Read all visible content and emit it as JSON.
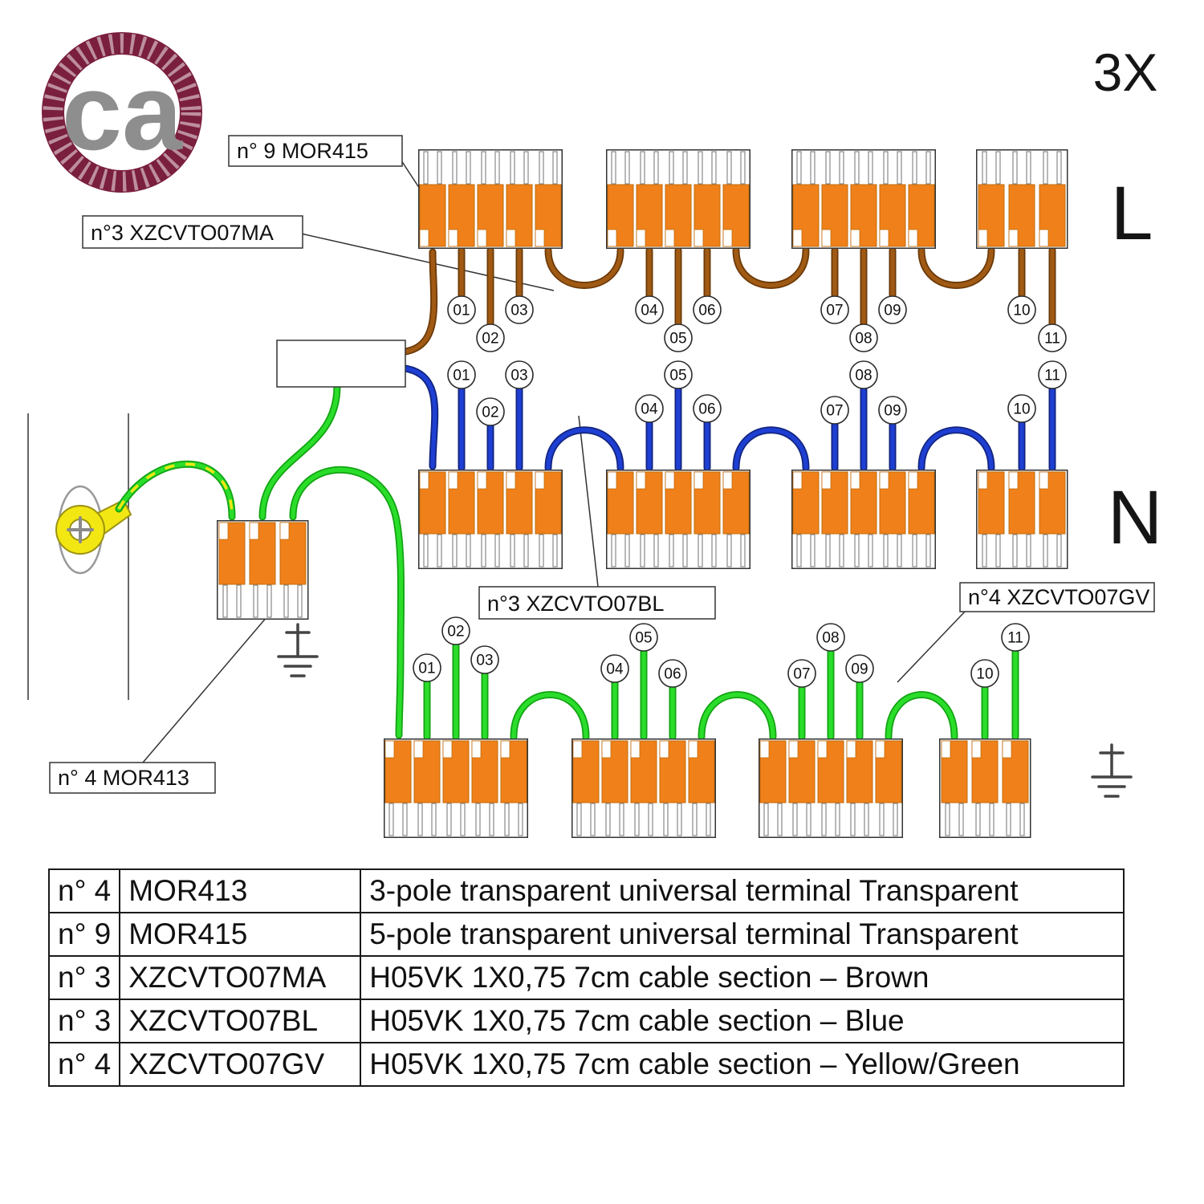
{
  "brand": {
    "logo_text": "ca"
  },
  "annotations": {
    "multiplier": "3X",
    "live": "L",
    "neutral": "N",
    "callout_mor415": "n° 9 MOR415",
    "callout_ma": "n°3 XZCVTO07MA",
    "callout_bl": "n°3 XZCVTO07BL",
    "callout_gv": "n°4 XZCVTO07GV",
    "callout_mor413": "n° 4  MOR413"
  },
  "drop_labels": [
    "01",
    "02",
    "03",
    "04",
    "05",
    "06",
    "07",
    "08",
    "09",
    "10",
    "11"
  ],
  "colors": {
    "wire_brown": "#A05A14",
    "wire_brown_dark": "#6B3908",
    "wire_blue": "#1E3FD2",
    "wire_blue_dark": "#12247E",
    "wire_green": "#2BDD2B",
    "wire_green_dark": "#12A312",
    "stripe_yellow": "#F2E713",
    "terminal_orange": "#F08019",
    "lug_yellow": "#F3E713",
    "logo_maroon": "#7A1F3D",
    "logo_gray": "#8E8E8E"
  },
  "table": {
    "rows": [
      {
        "qty": "n° 4",
        "sku": "MOR413",
        "desc": "3-pole transparent universal terminal Transparent"
      },
      {
        "qty": "n° 9",
        "sku": "MOR415",
        "desc": "5-pole transparent universal terminal Transparent"
      },
      {
        "qty": "n° 3",
        "sku": "XZCVTO07MA",
        "desc": "H05VK 1X0,75 7cm cable section – Brown"
      },
      {
        "qty": "n° 3",
        "sku": "XZCVTO07BL",
        "desc": "H05VK 1X0,75 7cm cable section – Blue"
      },
      {
        "qty": "n° 4",
        "sku": "XZCVTO07GV",
        "desc": "H05VK 1X0,75 7cm cable section – Yellow/Green"
      }
    ]
  }
}
